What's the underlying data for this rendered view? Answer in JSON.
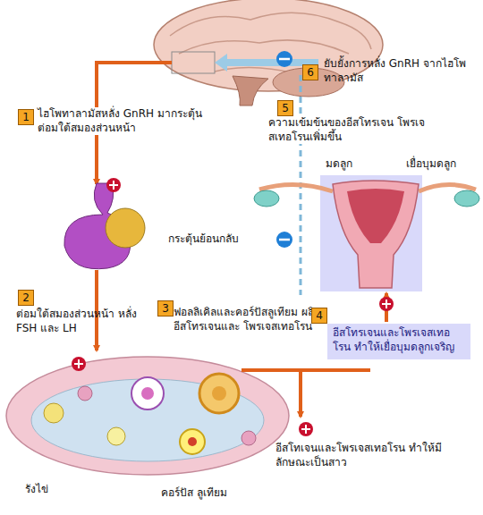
{
  "diagram": {
    "nodes": [
      {
        "text": [
          "อีสโทรเจนและโพรเจสเทอโรน ทำให้เยื่อบุมดลูกเจริญ"
        ]
      }
    ],
    "labels": [
      "1",
      "ไฮโพทาลามัสหลั่ง GnRH มากระตุ้นต่อมใต้สมองส่วนหน้า",
      "6",
      "ยับยั้งการหลั่ง GnRH จากไฮโพทาลามัส",
      "5",
      "ความเข้มข้นของอีสโทรเจน โพรเจสเทอโรนเพิ่มขึ้น",
      "มดลูก",
      "เยื่อบุมดลูก",
      "กระตุ้นย้อนกลับ",
      "2",
      "ต่อมใต้สมองส่วนหน้า หลั่ง FSH และ LH",
      "3",
      "ฟอลลิเคิลและคอร์ปัสลูเทียม ผลิตอีสโทรเจนและ โพรเจสเทอโรน",
      "4",
      "อีสโทเจนและโพรเจสเทอโรน ทำให้มีลักษณะเป็นสาว",
      "รังไข่",
      "คอร์ปัส ลูเทียม"
    ]
  }
}
